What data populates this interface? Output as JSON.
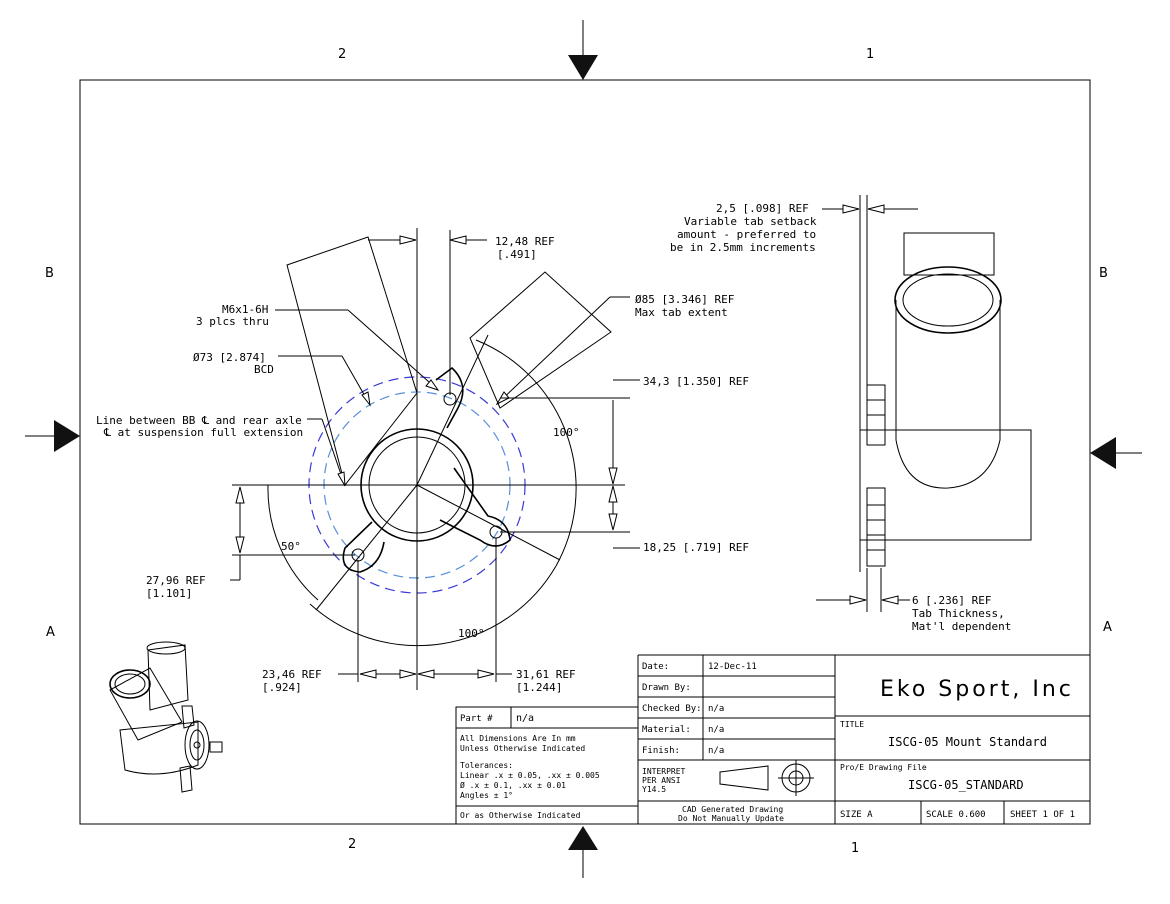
{
  "zones": {
    "top_left": "2",
    "top_right": "1",
    "bottom_left": "2",
    "bottom_right": "1",
    "left_upper": "B",
    "left_lower": "A",
    "right_upper": "B",
    "right_lower": "A"
  },
  "front_view": {
    "dim_12_48": "12,48  REF",
    "dim_12_48_in": "[.491]",
    "dim_85": "Ø85 [3.346] REF",
    "dim_85_note": "Max tab extent",
    "thread": "M6x1-6H",
    "thread_note": "3 plcs thru",
    "dim_73": "Ø73 [2.874]",
    "dim_73_note": "BCD",
    "line_note_1": "Line between BB ℄ and rear axle",
    "line_note_2": "℄ at suspension full extension",
    "dim_34_3": "34,3 [1.350] REF",
    "angle_100_right": "100°",
    "dim_18_25": "18,25 [.719] REF",
    "angle_50": "50°",
    "dim_27_96": "27,96   REF",
    "dim_27_96_in": "[1.101]",
    "angle_100_bottom": "100°",
    "dim_23_46": "23,46   REF",
    "dim_23_46_in": "[.924]",
    "dim_31_61": "31,61   REF",
    "dim_31_61_in": "[1.244]"
  },
  "side_view": {
    "dim_2_5": "2,5 [.098] REF",
    "setback_1": "Variable tab setback",
    "setback_2": "amount - preferred to",
    "setback_3": "be in 2.5mm increments",
    "dim_6": "6 [.236] REF",
    "thick_1": "Tab Thickness,",
    "thick_2": "Mat'l dependent"
  },
  "title_block": {
    "date_label": "Date:",
    "date_value": "12-Dec-11",
    "drawn_label": "Drawn By:",
    "drawn_value": "",
    "checked_label": "Checked By:",
    "checked_value": "n/a",
    "material_label": "Material:",
    "material_value": "n/a",
    "finish_label": "Finish:",
    "finish_value": "n/a",
    "part_label": "Part #",
    "part_value": "n/a",
    "dims_note_1": "All Dimensions Are In mm",
    "dims_note_2": "Unless Otherwise Indicated",
    "tol_label": "Tolerances:",
    "tol_linear": "Linear  .x ± 0.05,  .xx ± 0.005",
    "tol_dia": "Ø  .x ± 0.1,  .xx ± 0.01",
    "tol_angle": "Angles  ± 1°",
    "otherwise": "Or as Otherwise Indicated",
    "interpret_1": "INTERPRET",
    "interpret_2": "PER ANSI",
    "interpret_3": "Y14.5",
    "cad_1": "CAD Generated Drawing",
    "cad_2": "Do Not Manually Update",
    "company": "Eko Sport, Inc",
    "title_label": "TITLE",
    "title_value": "ISCG-05 Mount Standard",
    "file_label": "Pro/E Drawing File",
    "file_value": "ISCG-05_STANDARD",
    "size": "SIZE A",
    "scale": "SCALE 0.600",
    "sheet": "SHEET 1 OF 1"
  }
}
